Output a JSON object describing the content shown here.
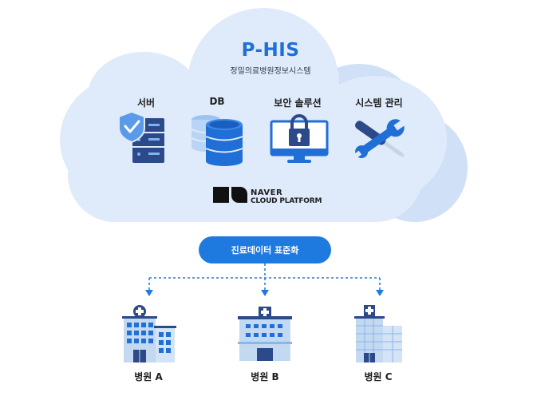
{
  "header": {
    "title": "P-HIS",
    "subtitle": "정밀의료병원정보시스템"
  },
  "components": [
    {
      "label": "서버",
      "icon": "server-shield-icon"
    },
    {
      "label": "DB",
      "icon": "database-icon"
    },
    {
      "label": "보안 솔루션",
      "icon": "security-lock-monitor-icon"
    },
    {
      "label": "시스템 관리",
      "icon": "wrench-screwdriver-icon"
    }
  ],
  "brand": {
    "line1": "NAVER",
    "line2": "CLOUD PLATFORM",
    "logo": "naver-cloud-logo-icon"
  },
  "hub": {
    "label": "진료데이터 표준화"
  },
  "hospitals": [
    {
      "label": "병원 A",
      "icon": "hospital-building-icon"
    },
    {
      "label": "병원 B",
      "icon": "hospital-building-icon"
    },
    {
      "label": "병원 C",
      "icon": "hospital-building-icon"
    }
  ],
  "colors": {
    "accent": "#1f7ae0",
    "cloud": "#deebfa",
    "cloud_back": "#cfe0f7",
    "navy": "#2c4a8a"
  }
}
